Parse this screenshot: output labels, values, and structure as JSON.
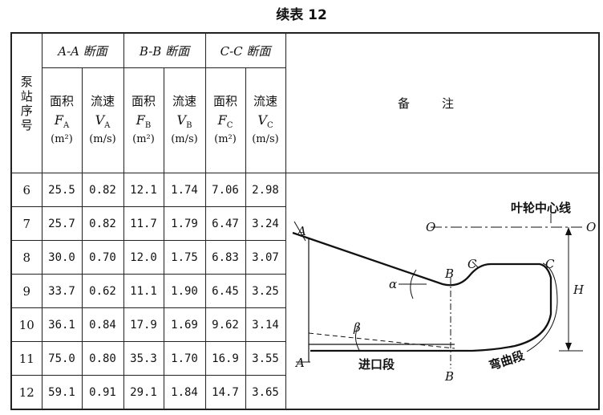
{
  "title": "续表 12",
  "header": {
    "pump_label": "泵站序号",
    "sections": [
      {
        "name": "A-A 断面"
      },
      {
        "name": "B-B 断面"
      },
      {
        "name": "C-C 断面"
      }
    ],
    "area_label": "面积",
    "speed_label": "流速",
    "area_unit": "(m²)",
    "speed_unit": "(m/s)",
    "symbols": [
      "F",
      "A",
      "V",
      "A",
      "F",
      "B",
      "V",
      "B",
      "F",
      "C",
      "V",
      "C"
    ],
    "remarks": "备注"
  },
  "rows": [
    {
      "no": "6",
      "fa": "25.5",
      "va": "0.82",
      "fb": "12.1",
      "vb": "1.74",
      "fc": "7.06",
      "vc": "2.98"
    },
    {
      "no": "7",
      "fa": "25.7",
      "va": "0.82",
      "fb": "11.7",
      "vb": "1.79",
      "fc": "6.47",
      "vc": "3.24"
    },
    {
      "no": "8",
      "fa": "30.0",
      "va": "0.70",
      "fb": "12.0",
      "vb": "1.75",
      "fc": "6.83",
      "vc": "3.07"
    },
    {
      "no": "9",
      "fa": "33.7",
      "va": "0.62",
      "fb": "11.1",
      "vb": "1.90",
      "fc": "6.45",
      "vc": "3.25"
    },
    {
      "no": "10",
      "fa": "36.1",
      "va": "0.84",
      "fb": "17.9",
      "vb": "1.69",
      "fc": "9.62",
      "vc": "3.14"
    },
    {
      "no": "11",
      "fa": "75.0",
      "va": "0.80",
      "fb": "35.3",
      "vb": "1.70",
      "fc": "16.9",
      "vc": "3.55"
    },
    {
      "no": "12",
      "fa": "59.1",
      "va": "0.91",
      "fb": "29.1",
      "vb": "1.84",
      "fc": "14.7",
      "vc": "3.65"
    }
  ],
  "diagram": {
    "impeller_center": "叶轮中心线",
    "o_left": "O",
    "o_right": "O",
    "a_top": "A",
    "a_bottom": "A",
    "b_top": "B",
    "b_bottom": "B",
    "c_left": "C",
    "c_right": "C",
    "alpha": "α",
    "beta": "β",
    "h": "H",
    "inlet": "进口段",
    "bend": "弯曲段"
  }
}
